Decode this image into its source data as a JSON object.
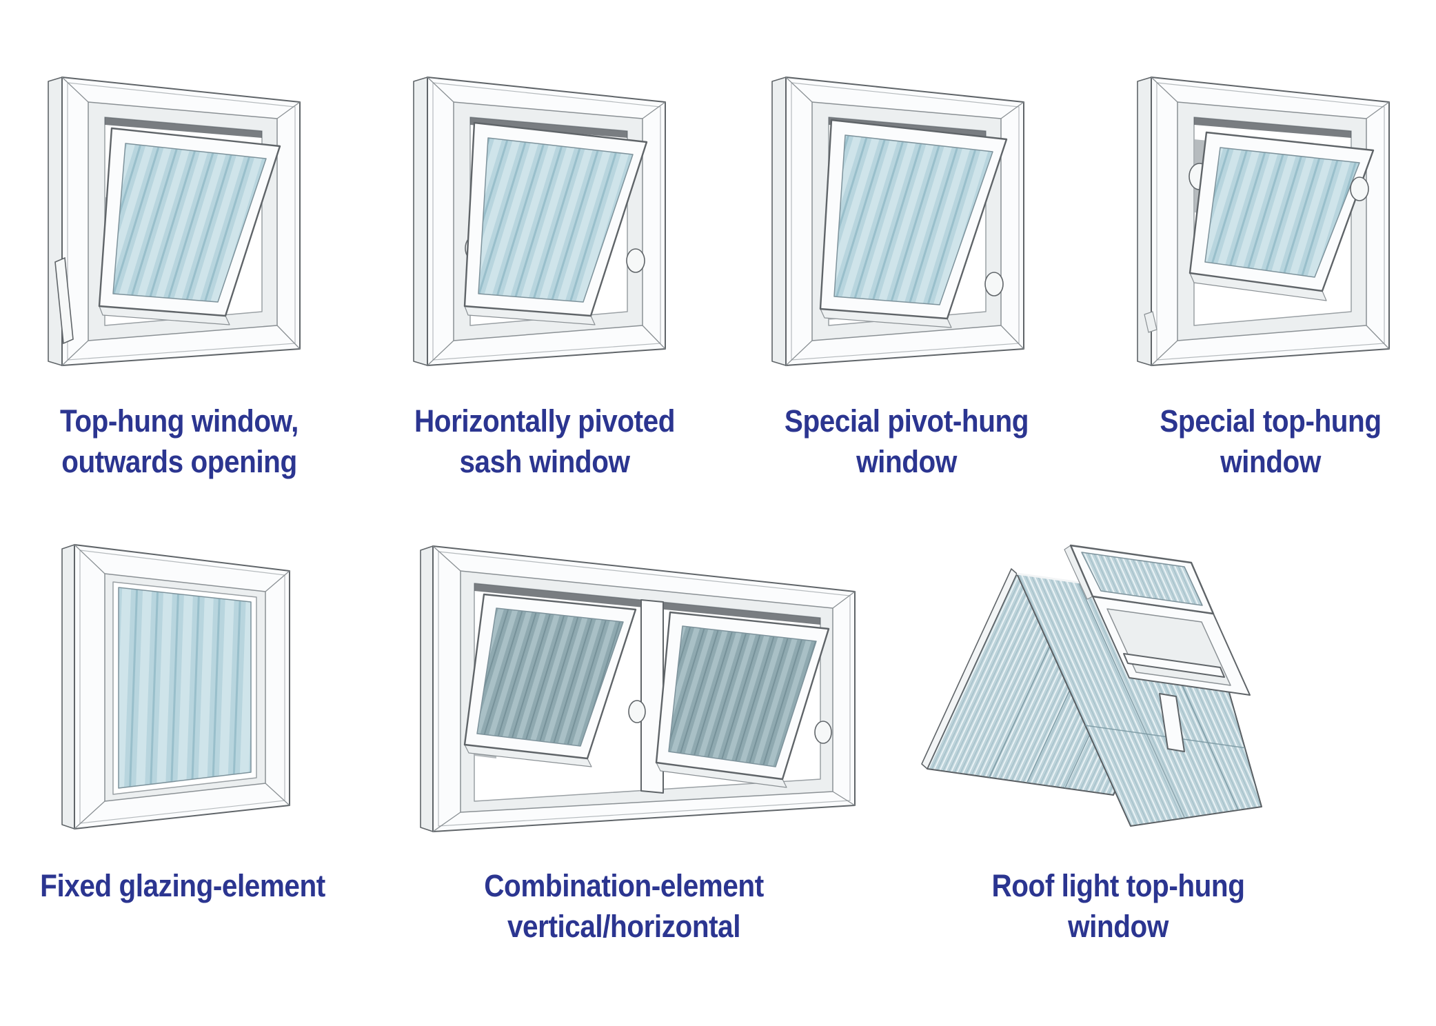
{
  "theme": {
    "background": "#ffffff",
    "label-color": "#2b3590",
    "frame-white": "#fbfcfd",
    "frame-shade": "#eceff0",
    "frame-shadow": "#a9afb3",
    "line-gray": "#5f6468",
    "glass-base": "#b8d5de",
    "glass-stripe": "#cfe4ea",
    "glass-line": "#99bfcb",
    "glass-dark-base": "#8fa9b0",
    "glass-dark-stripe": "#a9c0c6",
    "glass-dark-line": "#77929a",
    "roof-base": "#bdd3da",
    "roof-stripe": "#e9f2f5"
  },
  "figures": [
    {
      "id": "top-hung-outwards",
      "icon": "top-hung-window-illustration",
      "label": "Top-hung window,\noutwards opening"
    },
    {
      "id": "horizontally-pivoted",
      "icon": "horizontally-pivoted-sash-illustration",
      "label": "Horizontally pivoted\nsash window"
    },
    {
      "id": "special-pivot-hung",
      "icon": "special-pivot-hung-window-illustration",
      "label": "Special pivot-hung\nwindow"
    },
    {
      "id": "special-top-hung",
      "icon": "special-top-hung-window-illustration",
      "label": "Special top-hung\nwindow"
    },
    {
      "id": "fixed-glazing",
      "icon": "fixed-glazing-element-illustration",
      "label": "Fixed glazing-element"
    },
    {
      "id": "combination-element",
      "icon": "combination-element-illustration",
      "label": "Combination-element\nvertical/horizontal"
    },
    {
      "id": "roof-light",
      "icon": "roof-light-top-hung-window-illustration",
      "label": "Roof light top-hung\nwindow"
    }
  ]
}
